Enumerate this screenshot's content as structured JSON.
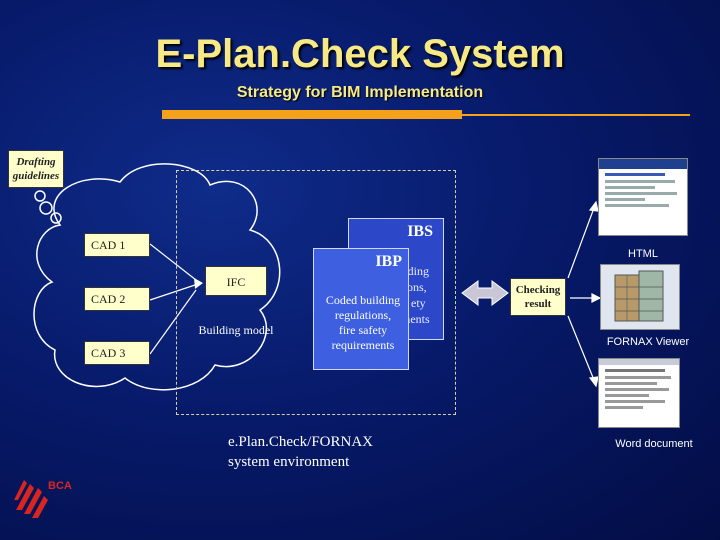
{
  "header": {
    "title": "E-Plan.Check System",
    "subtitle": "Strategy for BIM Implementation"
  },
  "diagram": {
    "drafting_note": [
      "Drafting",
      "guidelines"
    ],
    "cad_inputs": [
      "CAD 1",
      "CAD 2",
      "CAD 3"
    ],
    "ifc_label": "IFC",
    "building_model_label": "Building model",
    "ibs_label": "IBS",
    "ibp_label": "IBP",
    "ibs_partial_lines": [
      "ilding",
      "ons,",
      "ety",
      "ments"
    ],
    "ibp_lines": [
      "Coded building",
      "regulations,",
      "fire safety",
      "requirements"
    ],
    "checking_result": [
      "Checking",
      "result"
    ],
    "environment_lines": [
      "e.Plan.Check/FORNAX",
      "system environment"
    ],
    "outputs": {
      "html": "HTML",
      "fornax": "FORNAX Viewer",
      "word": "Word document"
    },
    "logo_text": "BCA"
  },
  "colors": {
    "background": "#071a6a",
    "title": "#f7ea86",
    "accent": "#f5a11a",
    "note_fill": "#ffffcc",
    "ibs_fill": "#2c48c8",
    "ibp_fill": "#3d5fe0",
    "logo_red": "#d8261f"
  },
  "icons": [
    "cloud-icon",
    "right-arrow-icon",
    "double-arrow-icon",
    "bca-logo-icon"
  ]
}
